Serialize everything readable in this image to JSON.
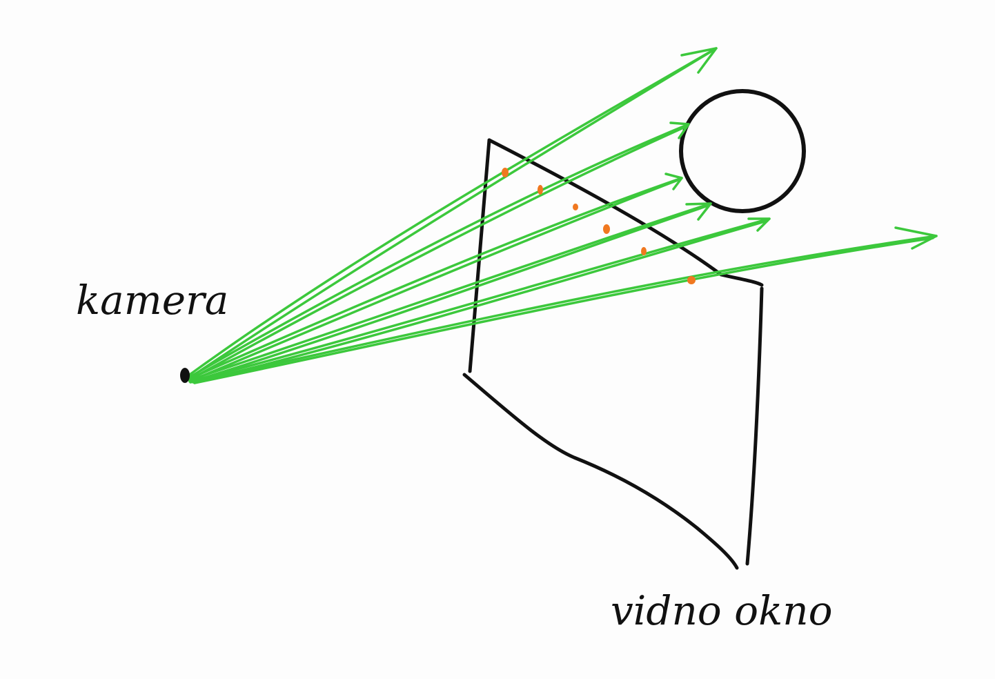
{
  "labels": {
    "camera": "kamera",
    "viewport": "vidno okno"
  },
  "colors": {
    "background": "#fdfdfd",
    "ink": "#111111",
    "ray": "#3cc83c",
    "intersection": "#f07820"
  },
  "diagram": {
    "objects": [
      {
        "name": "camera",
        "shape": "point"
      },
      {
        "name": "viewport",
        "shape": "quadrilateral"
      },
      {
        "name": "sphere",
        "shape": "circle"
      }
    ],
    "ray_count": 6,
    "rays_hitting_sphere": 3,
    "intersection_marks": 6
  }
}
